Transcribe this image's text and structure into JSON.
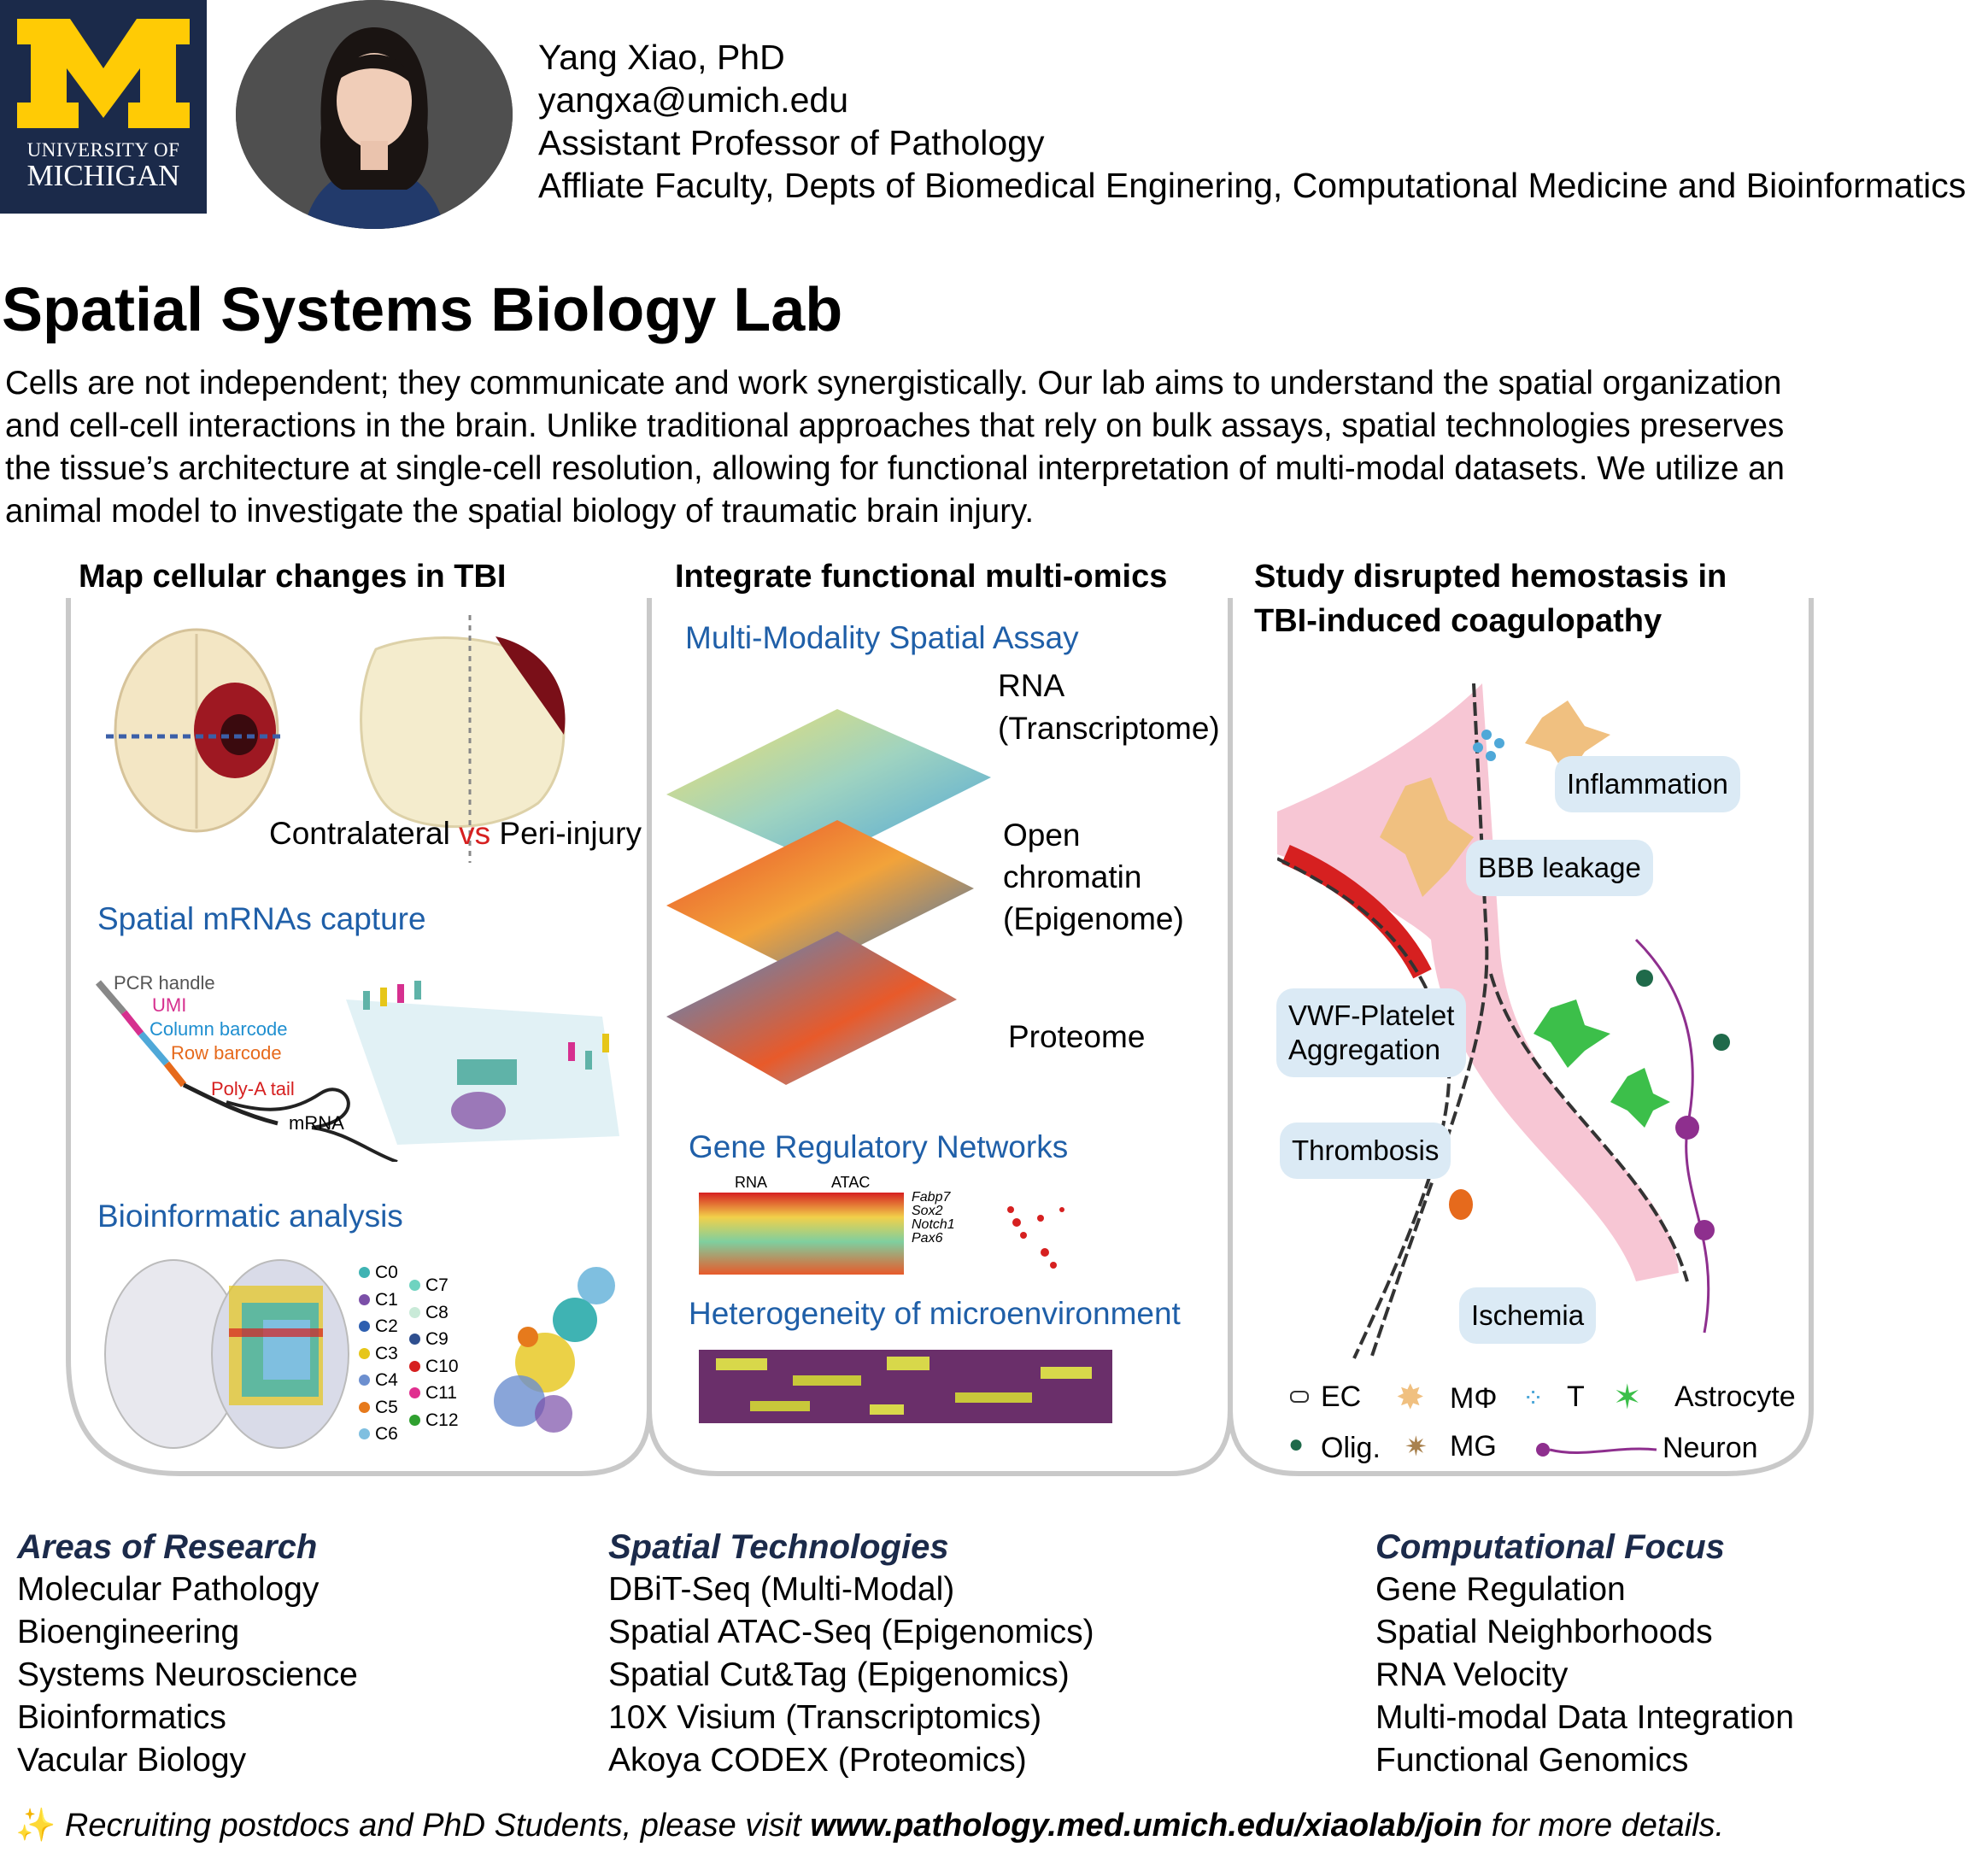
{
  "header": {
    "logo_line1": "UNIVERSITY OF",
    "logo_line2": "MICHIGAN",
    "name": "Yang Xiao, PhD",
    "email": "yangxa@umich.edu",
    "position": "Assistant Professor of Pathology",
    "affiliation": "Affliate Faculty, Depts of Biomedical Enginering, Computational Medicine and Bioinformatics"
  },
  "lab_title": "Spatial Systems Biology Lab",
  "intro": [
    "Cells are not independent; they communicate and work synergistically. Our lab aims to understand the spatial organization",
    "and cell-cell interactions in the brain. Unlike traditional approaches that rely on bulk assays, spatial technologies preserves",
    "the tissue’s architecture at single-cell resolution, allowing for functional interpretation of multi-modal datasets. We utilize an",
    "animal model to investigate the spatial biology of traumatic brain injury."
  ],
  "panel1": {
    "title": "Map cellular changes in TBI",
    "contralateral": "Contralateral",
    "vs": "vs",
    "peri": "Peri-injury",
    "capture_title": "Spatial mRNAs capture",
    "barcode_labels": [
      "PCR handle",
      "UMI",
      "Column barcode",
      "Row barcode",
      "Poly-A tail",
      "mRNA"
    ],
    "analysis_title": "Bioinformatic analysis",
    "clusters_left": [
      "C0",
      "C1",
      "C2",
      "C3",
      "C4",
      "C5",
      "C6"
    ],
    "clusters_right": [
      "C7",
      "C8",
      "C9",
      "C10",
      "C11",
      "C12"
    ],
    "cluster_colors_left": [
      "#3fb3b3",
      "#7b4fa8",
      "#2e5fb0",
      "#e6c619",
      "#6c8fcf",
      "#e67a1c",
      "#7fbfe0"
    ],
    "cluster_colors_right": [
      "#6fd3c0",
      "#c9ead8",
      "#2f4f8f",
      "#d62020",
      "#e02f8f",
      "#2fa02f"
    ]
  },
  "panel2": {
    "title": "Integrate functional multi-omics",
    "assay_title": "Multi-Modality Spatial Assay",
    "rna": "RNA",
    "transcriptome": "(Transcriptome)",
    "open": "Open",
    "chromatin": "chromatin",
    "epigenome": "(Epigenome)",
    "proteome": "Proteome",
    "grn_title": "Gene Regulatory Networks",
    "grn_rna": "RNA",
    "grn_atac": "ATAC",
    "genes": [
      "Fabp7",
      "Sox2",
      "Notch1",
      "Pax6"
    ],
    "hetero_title": "Heterogeneity of microenvironment"
  },
  "panel3": {
    "title_line1": "Study disrupted hemostasis in",
    "title_line2": "TBI-induced coagulopathy",
    "inflammation": "Inflammation",
    "bbb": "BBB leakage",
    "vwf1": "VWF-Platelet",
    "vwf2": "Aggregation",
    "thrombosis": "Thrombosis",
    "ischemia": "Ischemia",
    "legend": {
      "ec": "EC",
      "mphi": "MΦ",
      "t": "T",
      "astrocyte": "Astrocyte",
      "olig": "Olig.",
      "mg": "MG",
      "neuron": "Neuron"
    }
  },
  "columns": {
    "research": {
      "heading": "Areas of Research",
      "items": [
        "Molecular Pathology",
        "Bioengineering",
        "Systems Neuroscience",
        "Bioinformatics",
        "Vacular Biology"
      ]
    },
    "tech": {
      "heading": "Spatial Technologies",
      "items": [
        "DBiT-Seq (Multi-Modal)",
        "Spatial ATAC-Seq (Epigenomics)",
        "Spatial Cut&Tag (Epigenomics)",
        "10X Visium (Transcriptomics)",
        "Akoya CODEX (Proteomics)"
      ]
    },
    "comp": {
      "heading": "Computational Focus",
      "items": [
        "Gene Regulation",
        "Spatial Neighborhoods",
        "RNA Velocity",
        "Multi-modal Data Integration",
        "Functional Genomics"
      ]
    }
  },
  "recruit": {
    "pre": "Recruiting postdocs and PhD Students, please visit ",
    "url": "www.pathology.med.umich.edu/xiaolab/join",
    "post": " for more details."
  },
  "colors": {
    "navy": "#1b2a4a",
    "maize": "#ffcb05",
    "accent_blue": "#1f5fa8",
    "vs_red": "#d62020"
  }
}
